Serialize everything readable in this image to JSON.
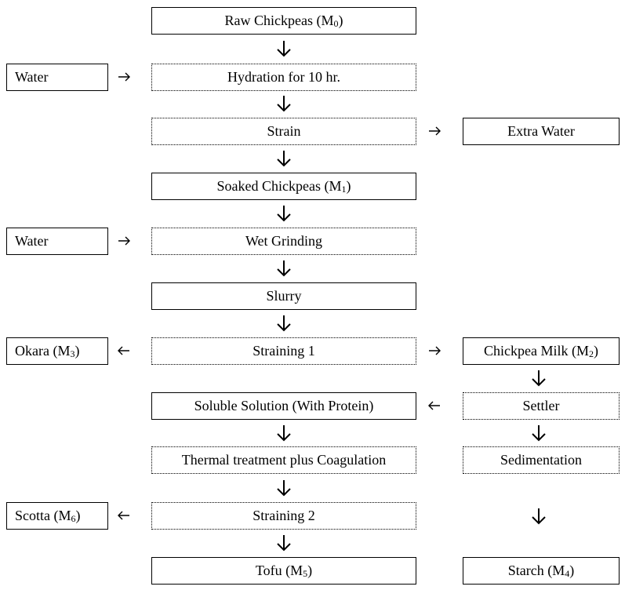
{
  "nodes": {
    "raw_chickpeas": {
      "text": "Raw Chickpeas (M",
      "sub": "0",
      "tail": ")"
    },
    "water1": {
      "text": "Water"
    },
    "hydration": {
      "text": "Hydration for 10 hr."
    },
    "strain": {
      "text": "Strain"
    },
    "extra_water": {
      "text": "Extra Water"
    },
    "soaked_chickpeas": {
      "text": "Soaked Chickpeas (M",
      "sub": "1",
      "tail": ")"
    },
    "water2": {
      "text": "Water"
    },
    "wet_grinding": {
      "text": "Wet Grinding"
    },
    "slurry": {
      "text": "Slurry"
    },
    "okara": {
      "text": "Okara (M",
      "sub": "3",
      "tail": ")"
    },
    "straining1": {
      "text": "Straining 1"
    },
    "chickpea_milk": {
      "text": "Chickpea Milk (M",
      "sub": "2",
      "tail": ")"
    },
    "soluble_solution": {
      "text": "Soluble Solution (With Protein)"
    },
    "settler": {
      "text": "Settler"
    },
    "thermal": {
      "text": "Thermal treatment plus Coagulation"
    },
    "sedimentation": {
      "text": "Sedimentation"
    },
    "scotta": {
      "text": "Scotta (M",
      "sub": "6",
      "tail": ")"
    },
    "straining2": {
      "text": "Straining 2"
    },
    "tofu": {
      "text": "Tofu (M",
      "sub": "5",
      "tail": ")"
    },
    "starch": {
      "text": "Starch (M",
      "sub": "4",
      "tail": ")"
    }
  },
  "edges": [
    {
      "from": "raw_chickpeas",
      "to": "hydration"
    },
    {
      "from": "water1",
      "to": "hydration"
    },
    {
      "from": "hydration",
      "to": "strain"
    },
    {
      "from": "strain",
      "to": "extra_water"
    },
    {
      "from": "strain",
      "to": "soaked_chickpeas"
    },
    {
      "from": "soaked_chickpeas",
      "to": "wet_grinding"
    },
    {
      "from": "water2",
      "to": "wet_grinding"
    },
    {
      "from": "wet_grinding",
      "to": "slurry"
    },
    {
      "from": "slurry",
      "to": "straining1"
    },
    {
      "from": "straining1",
      "to": "okara"
    },
    {
      "from": "straining1",
      "to": "chickpea_milk"
    },
    {
      "from": "chickpea_milk",
      "to": "settler"
    },
    {
      "from": "settler",
      "to": "soluble_solution"
    },
    {
      "from": "settler",
      "to": "sedimentation"
    },
    {
      "from": "soluble_solution",
      "to": "thermal"
    },
    {
      "from": "thermal",
      "to": "straining2"
    },
    {
      "from": "sedimentation",
      "to": "starch"
    },
    {
      "from": "straining2",
      "to": "scotta"
    },
    {
      "from": "straining2",
      "to": "tofu"
    }
  ]
}
